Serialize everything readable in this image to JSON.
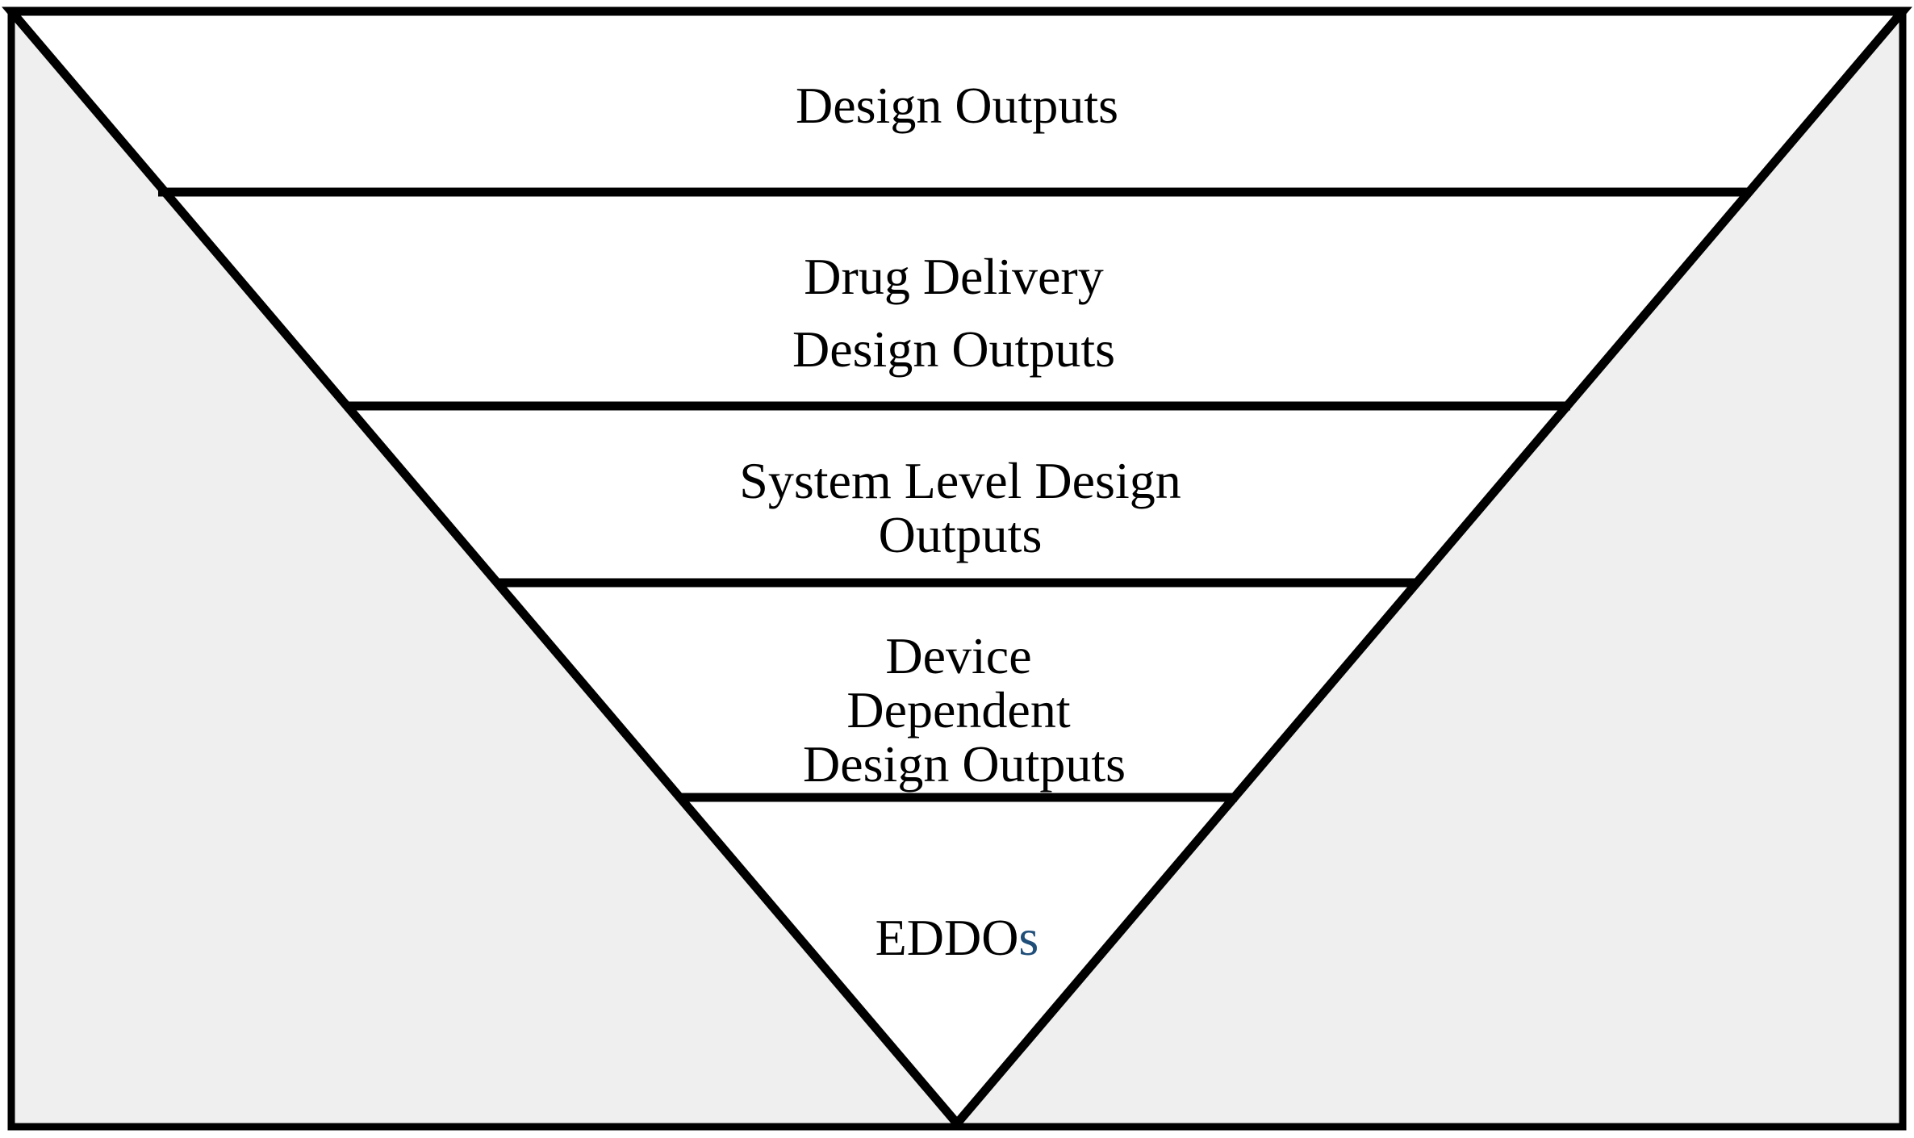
{
  "diagram": {
    "colors": {
      "background": "#efefef",
      "layer_fill": "#ffffff",
      "outline": "#000000",
      "accent_text": "#1f4e79"
    },
    "layers": [
      {
        "lines": [
          "Design Outputs"
        ]
      },
      {
        "lines": [
          "Drug Delivery",
          "Design Outputs"
        ]
      },
      {
        "lines": [
          "System Level Design",
          "Outputs"
        ]
      },
      {
        "lines": [
          "Device",
          "Dependent",
          "Design Outputs"
        ]
      },
      {
        "lines": [
          "EDDOs"
        ]
      }
    ],
    "eddos": {
      "prefix": "EDDO",
      "suffix": "s"
    }
  }
}
